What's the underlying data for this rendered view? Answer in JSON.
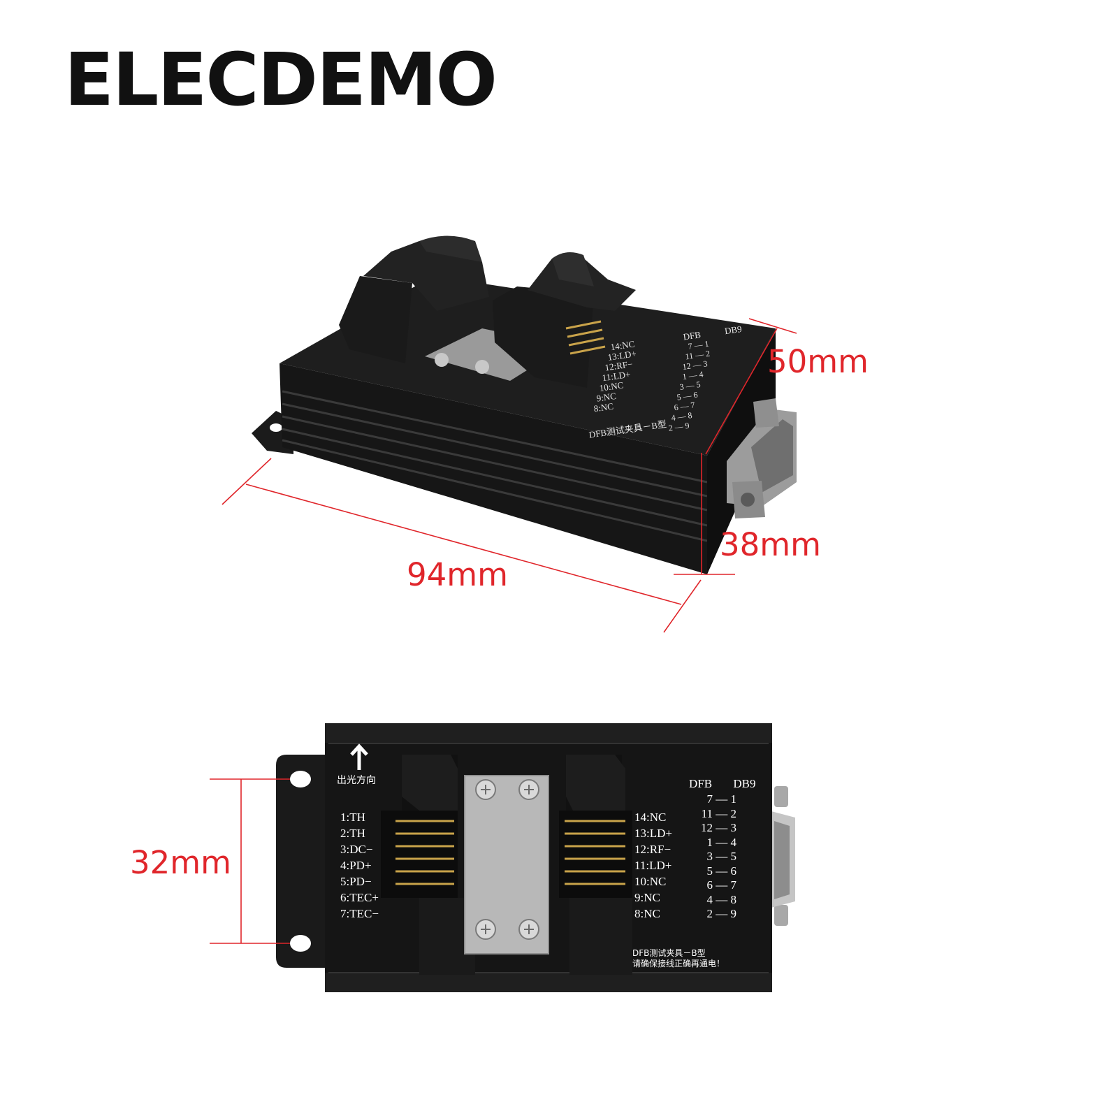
{
  "brand": "ELECDEMO",
  "colors": {
    "dimension": "#e0262b",
    "housing": "#141414",
    "text": "#111111"
  },
  "dimensions": {
    "width": "50mm",
    "height": "38mm",
    "length": "94mm",
    "hole_spacing": "32mm"
  },
  "fixture": {
    "arrow_caption": "出光方向",
    "left_pins": [
      "1:TH",
      "2:TH",
      "3:DC−",
      "4:PD+",
      "5:PD−",
      "6:TEC+",
      "7:TEC−"
    ],
    "right_pins": [
      "14:NC",
      "13:LD+",
      "12:RF−",
      "11:LD+",
      "10:NC",
      "9:NC",
      "8:NC"
    ],
    "map_header": {
      "left": "DFB",
      "right": "DB9"
    },
    "pin_map": [
      {
        "dfb": "7",
        "db9": "1"
      },
      {
        "dfb": "11",
        "db9": "2"
      },
      {
        "dfb": "12",
        "db9": "3"
      },
      {
        "dfb": "1",
        "db9": "4"
      },
      {
        "dfb": "3",
        "db9": "5"
      },
      {
        "dfb": "5",
        "db9": "6"
      },
      {
        "dfb": "6",
        "db9": "7"
      },
      {
        "dfb": "4",
        "db9": "8"
      },
      {
        "dfb": "2",
        "db9": "9"
      }
    ],
    "model_label": "DFB测试夹具－B型",
    "warning": "请确保接线正确再通电！"
  }
}
